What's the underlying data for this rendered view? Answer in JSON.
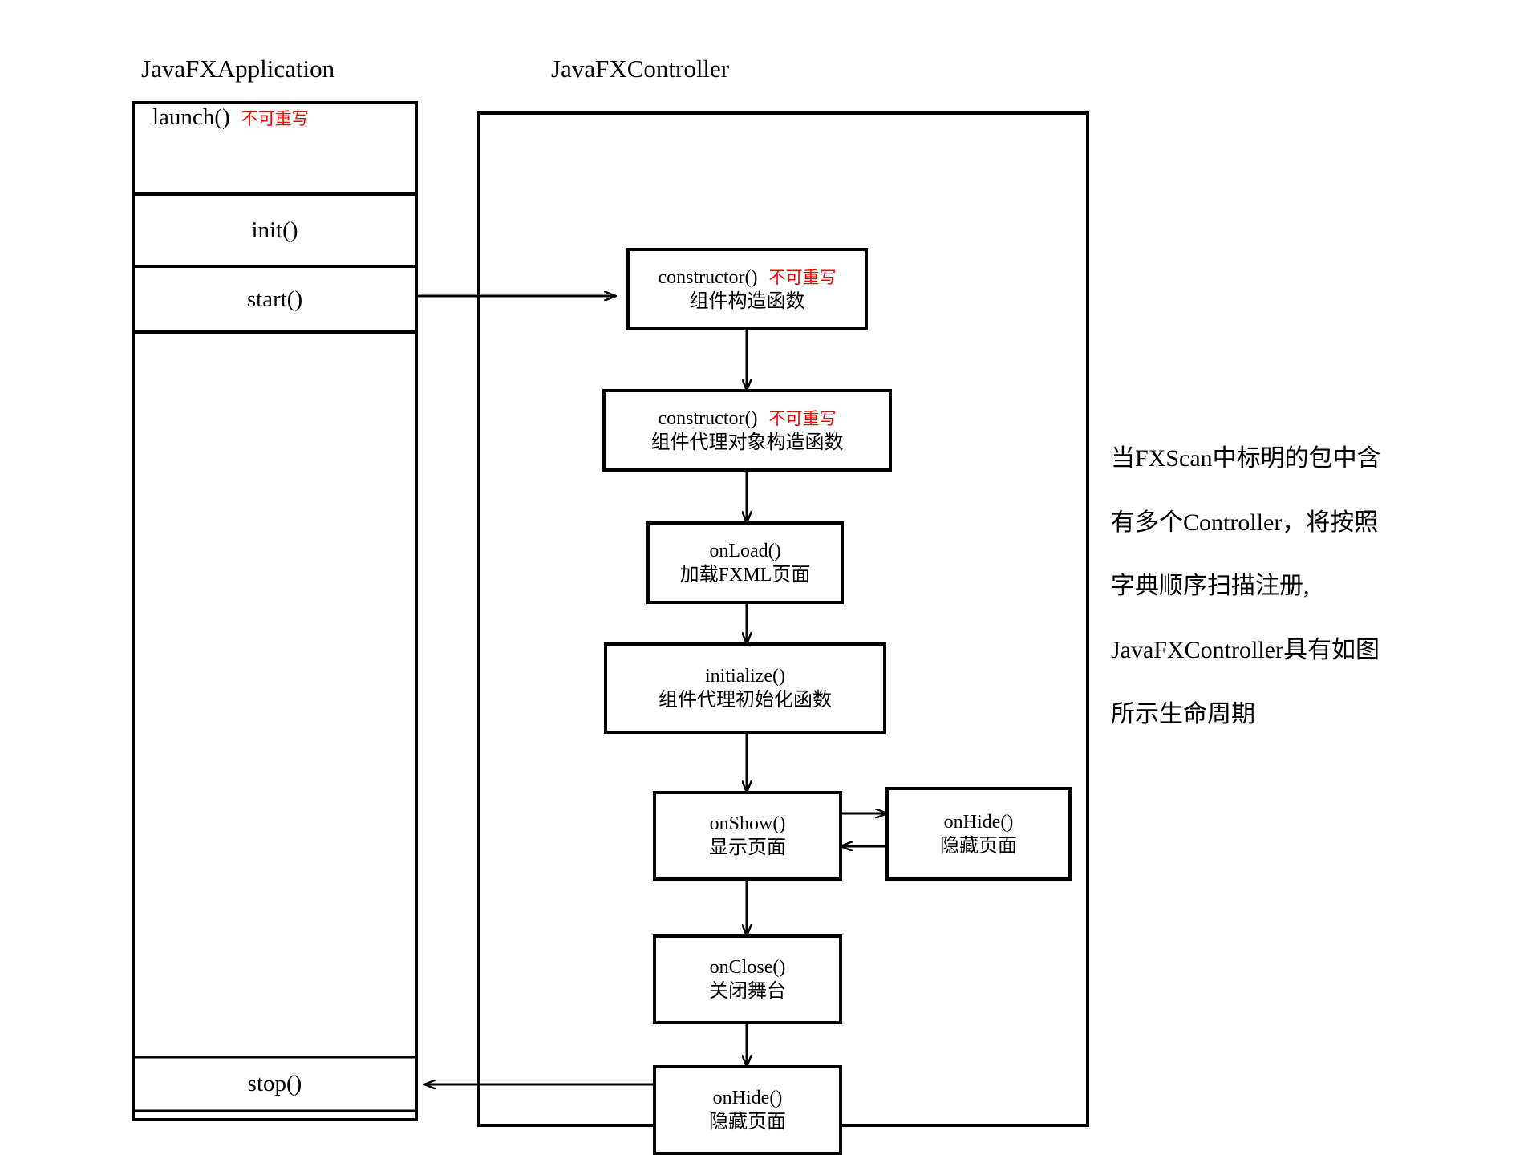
{
  "lanes": [
    {
      "id": "application",
      "title": "JavaFXApplication"
    },
    {
      "id": "controller",
      "title": "JavaFXController"
    }
  ],
  "application_lane": {
    "title": "JavaFXApplication",
    "rows": [
      {
        "name": "launch",
        "label": "launch()",
        "annotation": "不可重写",
        "annotation_color": "#ff0000"
      },
      {
        "name": "init",
        "label": "init()",
        "annotation": ""
      },
      {
        "name": "start",
        "label": "start()",
        "annotation": ""
      },
      {
        "name": "stop",
        "label": "stop()",
        "annotation": ""
      }
    ]
  },
  "controller_lane": {
    "title": "JavaFXController",
    "boxes": [
      {
        "name": "constructor-component",
        "line1": "constructor()",
        "annotation": "不可重写",
        "line2": "组件构造函数"
      },
      {
        "name": "constructor-proxy",
        "line1": "constructor()",
        "annotation": "不可重写",
        "line2": "组件代理对象构造函数"
      },
      {
        "name": "onload",
        "line1": "onLoad()",
        "annotation": "",
        "line2": "加载FXML页面"
      },
      {
        "name": "initialize",
        "line1": "initialize()",
        "annotation": "",
        "line2": "组件代理初始化函数"
      },
      {
        "name": "onshow",
        "line1": "onShow()",
        "annotation": "",
        "line2": "显示页面"
      },
      {
        "name": "onhide-toggle",
        "line1": "onHide()",
        "annotation": "",
        "line2": "隐藏页面"
      },
      {
        "name": "onclose",
        "line1": "onClose()",
        "annotation": "",
        "line2": "关闭舞台"
      },
      {
        "name": "onhide-final",
        "line1": "onHide()",
        "annotation": "",
        "line2": "隐藏页面"
      }
    ]
  },
  "note": {
    "lines": [
      "当FXScan中标明的包中含",
      "有多个Controller，将按照",
      "字典顺序扫描注册,",
      "JavaFXController具有如图",
      "所示生命周期"
    ]
  },
  "colors": {
    "stroke": "#000000",
    "background": "#ffffff",
    "accent_red": "#ff0000",
    "text": "#000000"
  }
}
